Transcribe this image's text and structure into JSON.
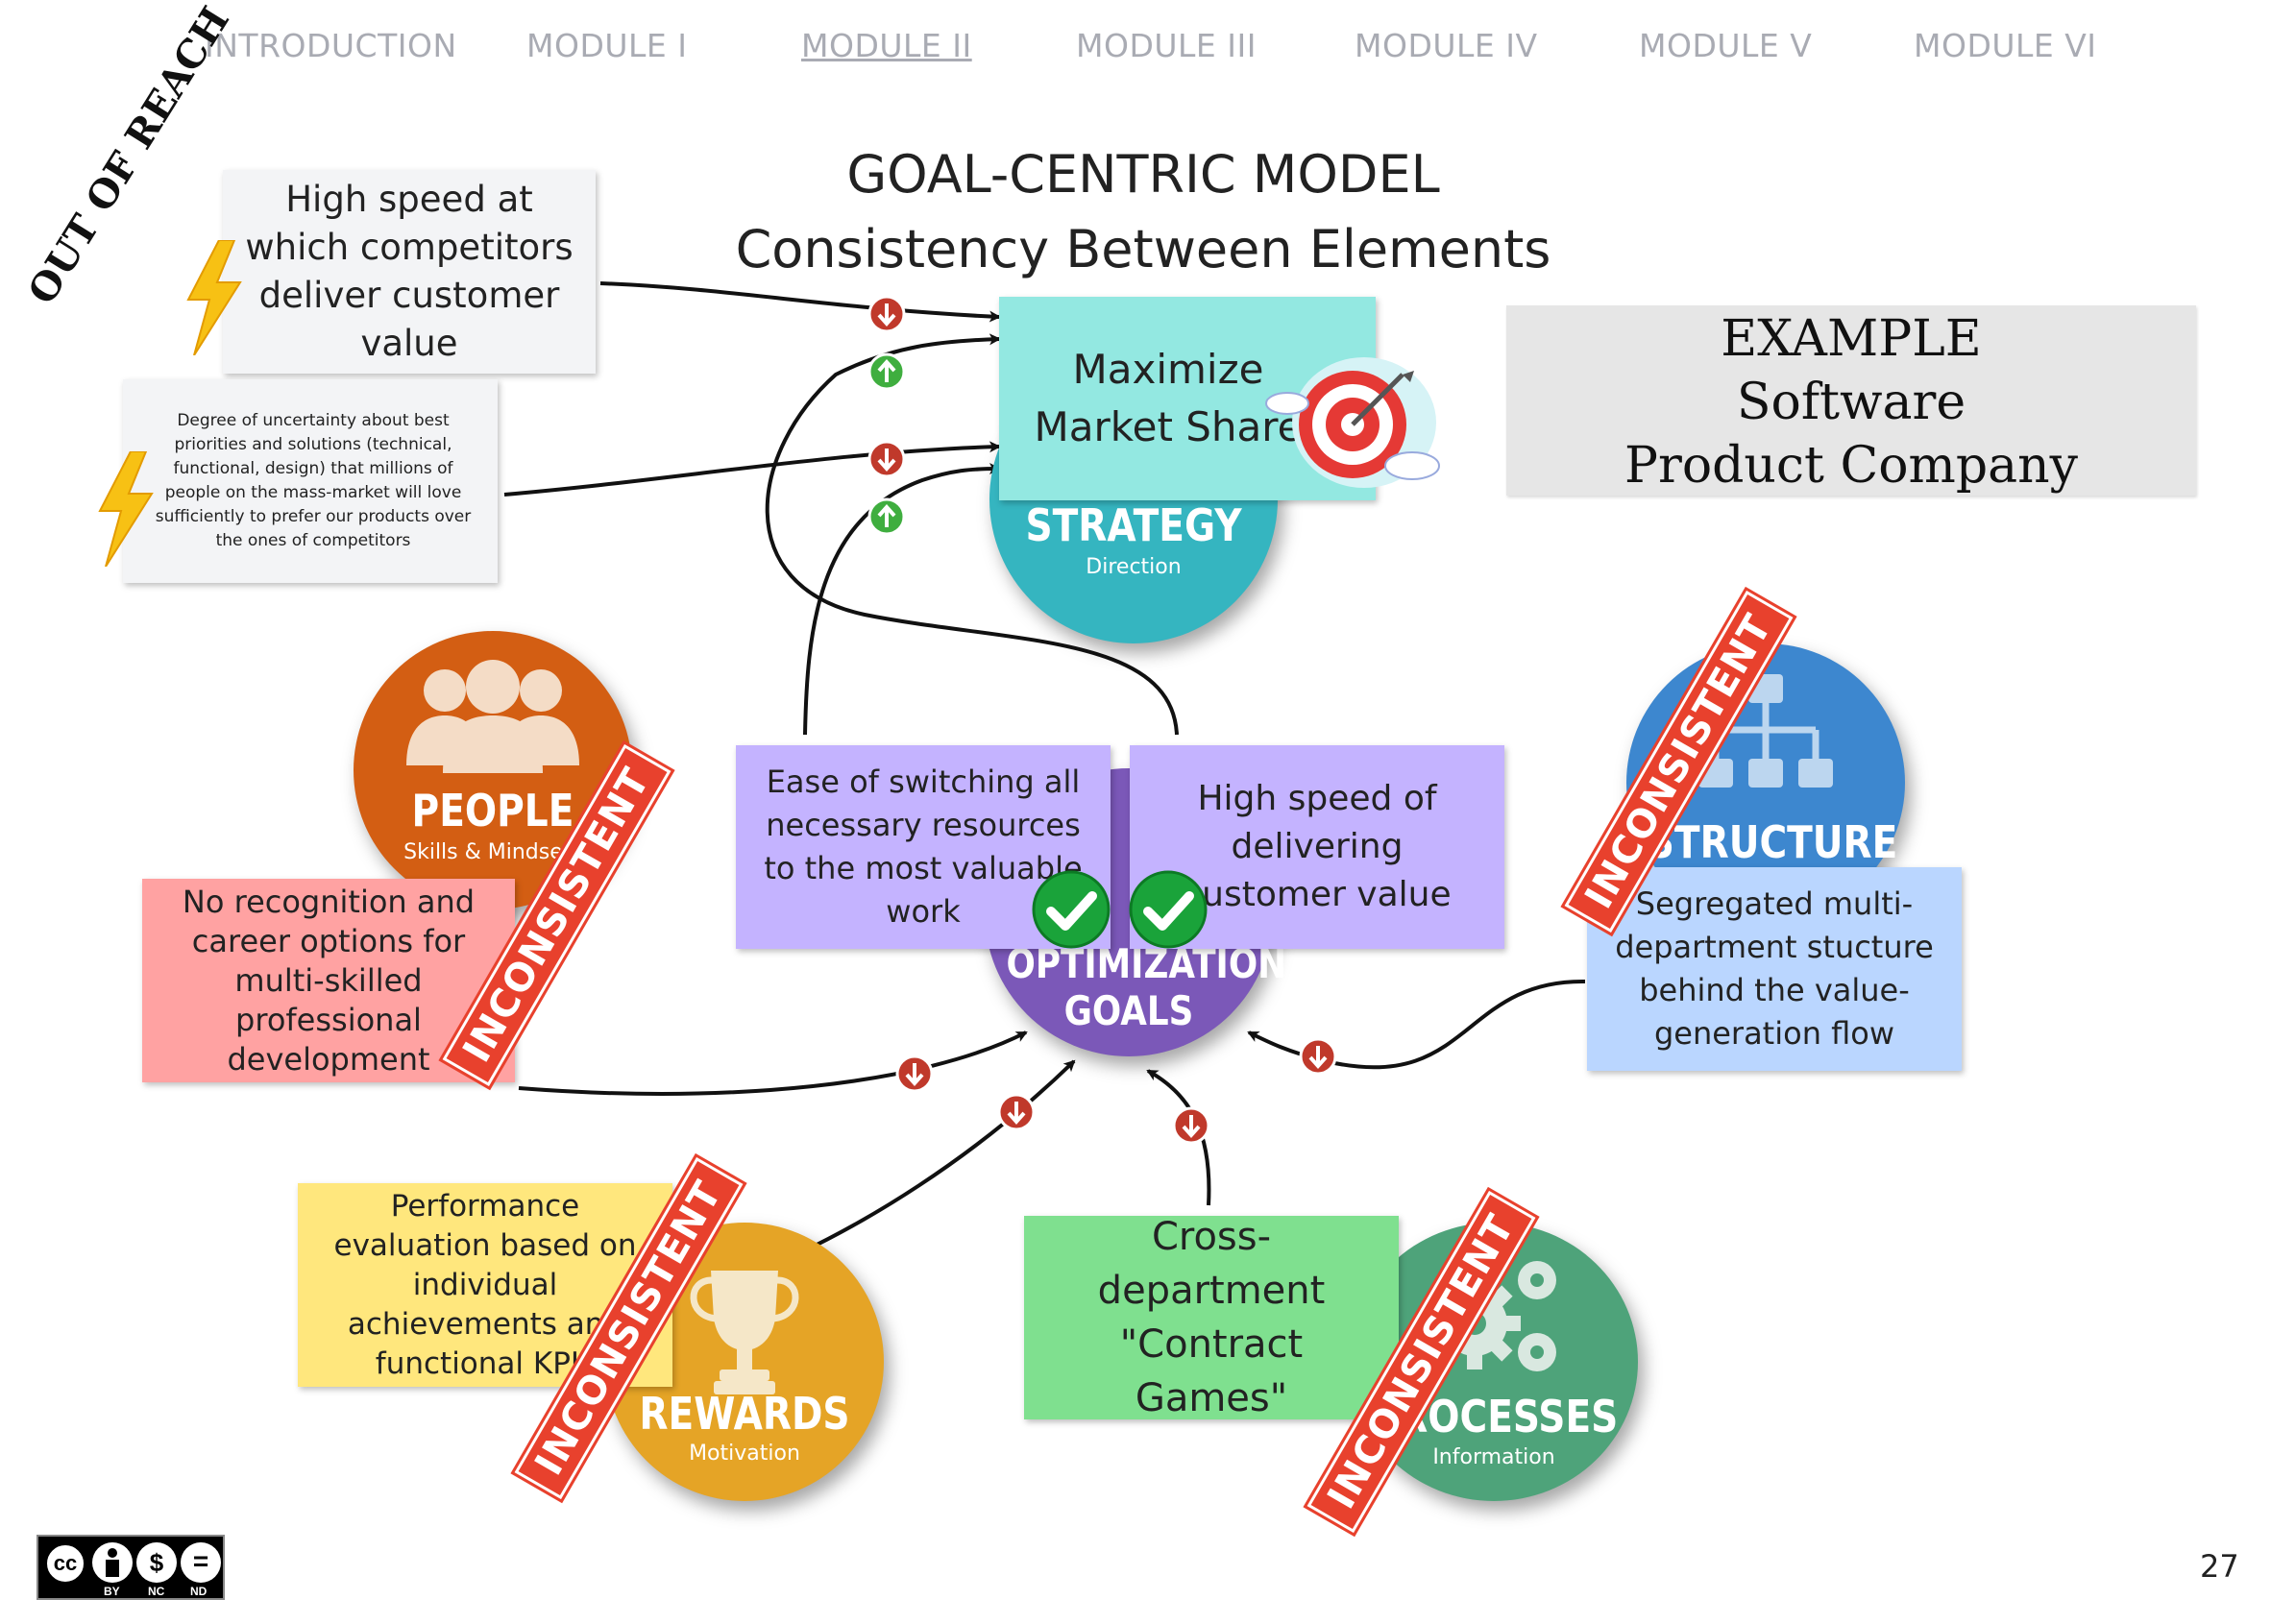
{
  "nav": {
    "items": [
      "INTRODUCTION",
      "MODULE I",
      "MODULE II",
      "MODULE III",
      "MODULE IV",
      "MODULE V",
      "MODULE VI"
    ],
    "active": "MODULE II"
  },
  "title": {
    "line1": "GOAL-CENTRIC MODEL",
    "line2": "Consistency Between Elements"
  },
  "out_of_reach": "OUT OF REACH",
  "notes": {
    "competitor_speed": "High speed at which competitors deliver customer value",
    "uncertainty": "Degree of uncertainty about best priorities and solutions (technical, functional, design) that millions of people on the mass-market will love sufficiently to prefer our products over the ones of competitors",
    "strategy_goal": "Maximize Market Share",
    "goal_switching": "Ease of switching all necessary resources to the most valuable work",
    "goal_speed": "High speed of delivering customer value",
    "people_note": "No recognition and career options for multi-skilled professional development",
    "structure_note": "Segregated multi-department stucture behind the value-generation flow",
    "rewards_note": "Performance evaluation based on individual achievements and functional KPIs",
    "processes_note": "Cross-department \"Contract Games\""
  },
  "elements": {
    "strategy": {
      "title": "STRATEGY",
      "subtitle": "Direction",
      "color": "#35b5c0"
    },
    "people": {
      "title": "PEOPLE",
      "subtitle": "Skills & Mindsets",
      "color": "#d35e13"
    },
    "structure": {
      "title": "STRUCTURE",
      "subtitle": "",
      "color": "#3d87cf"
    },
    "goals": {
      "title1": "OPTIMIZATION",
      "title2": "GOALS",
      "color": "#7b58b8"
    },
    "rewards": {
      "title": "REWARDS",
      "subtitle": "Motivation",
      "color": "#e5a426"
    },
    "processes": {
      "title": "PROCESSES",
      "subtitle": "Information",
      "color": "#4ea37a"
    }
  },
  "stamp_label": "INCONSISTENT",
  "example": {
    "line1": "EXAMPLE",
    "line2": "Software",
    "line3": "Product Company"
  },
  "license": {
    "cc": "cc",
    "by": "BY",
    "nc": "NC",
    "nd": "ND"
  },
  "page_number": "27"
}
